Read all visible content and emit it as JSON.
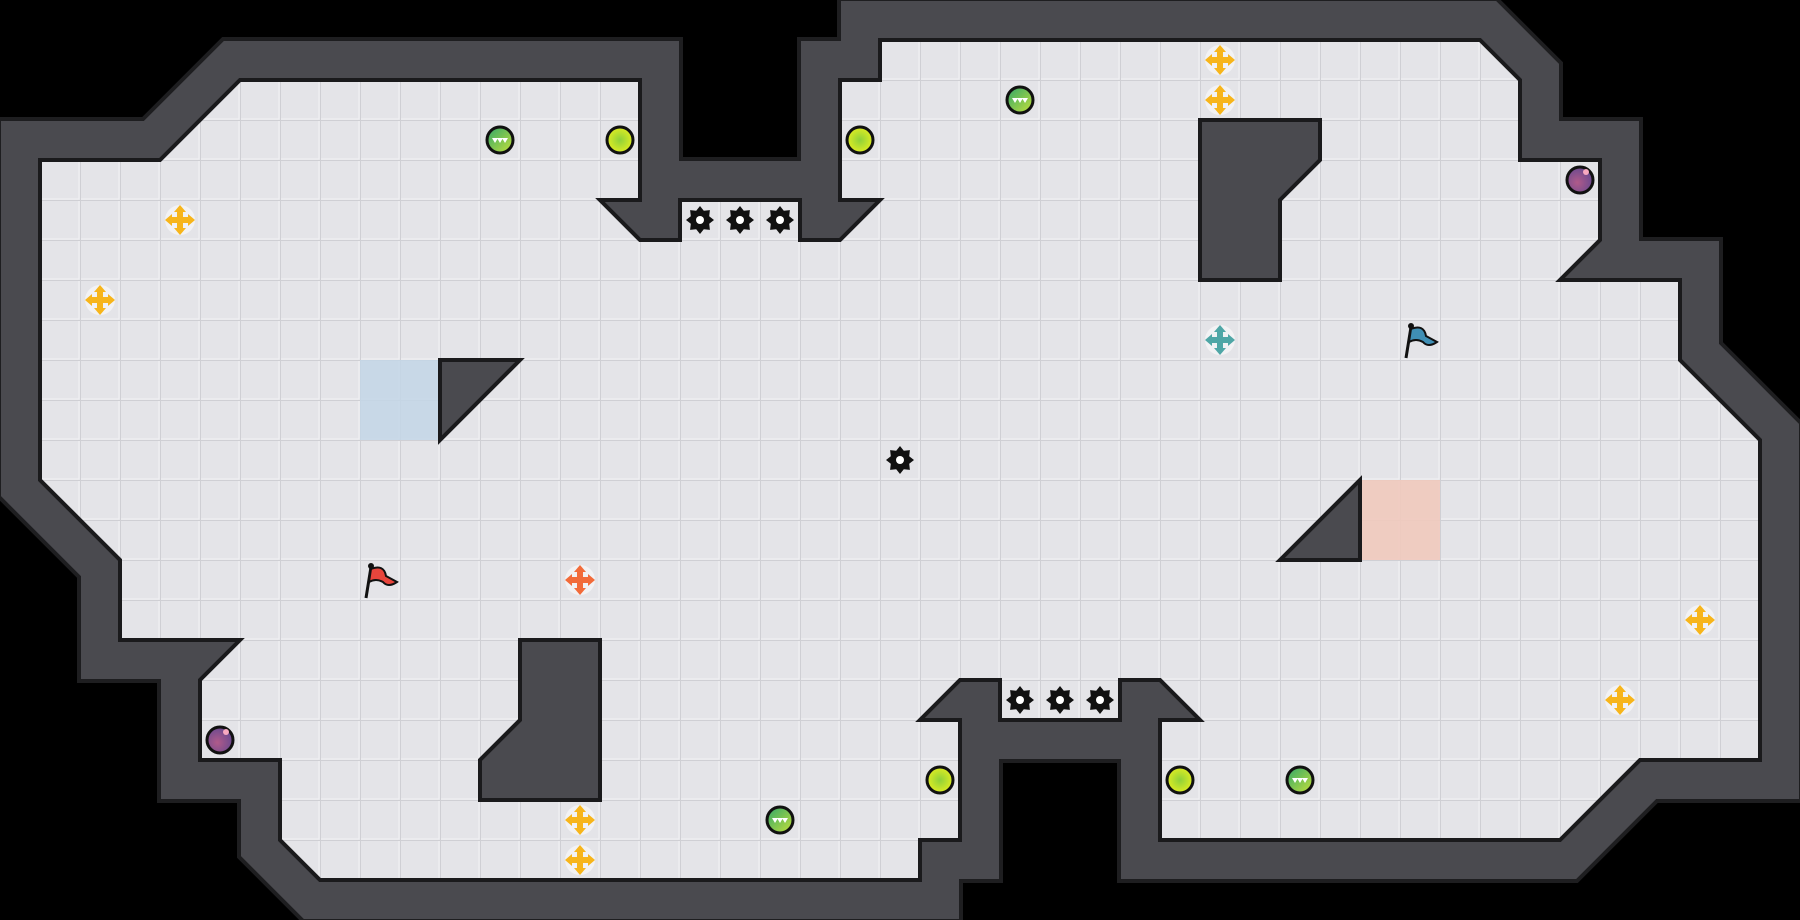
{
  "game": {
    "colors": {
      "background": "#000000",
      "wall": "#4a4a4f",
      "wall_edge": "#1e1e20",
      "floor": "#e4e4e8",
      "floor_line": "#cfcfd4",
      "blue_zone": "#c3d6e6",
      "pink_zone": "#efc9bd",
      "red_flag": "#e8453c",
      "blue_flag": "#3f8fb5",
      "yellow_cross": "#f7b51b",
      "orange_cross": "#f26b3a",
      "teal_cross": "#4fa6a6",
      "yellow_ball": "#d6e81e",
      "green_ball": "#3db36b",
      "purple_ball": "#8a4d8f",
      "saw": "#111111"
    },
    "entity_types": [
      "red-flag",
      "blue-flag",
      "yellow-ball",
      "green-striped-ball",
      "purple-ball",
      "yellow-cross-powerup",
      "orange-cross-powerup",
      "teal-cross-powerup",
      "saw-blade"
    ],
    "zones": [
      "blue-team-zone",
      "red-team-zone"
    ]
  }
}
